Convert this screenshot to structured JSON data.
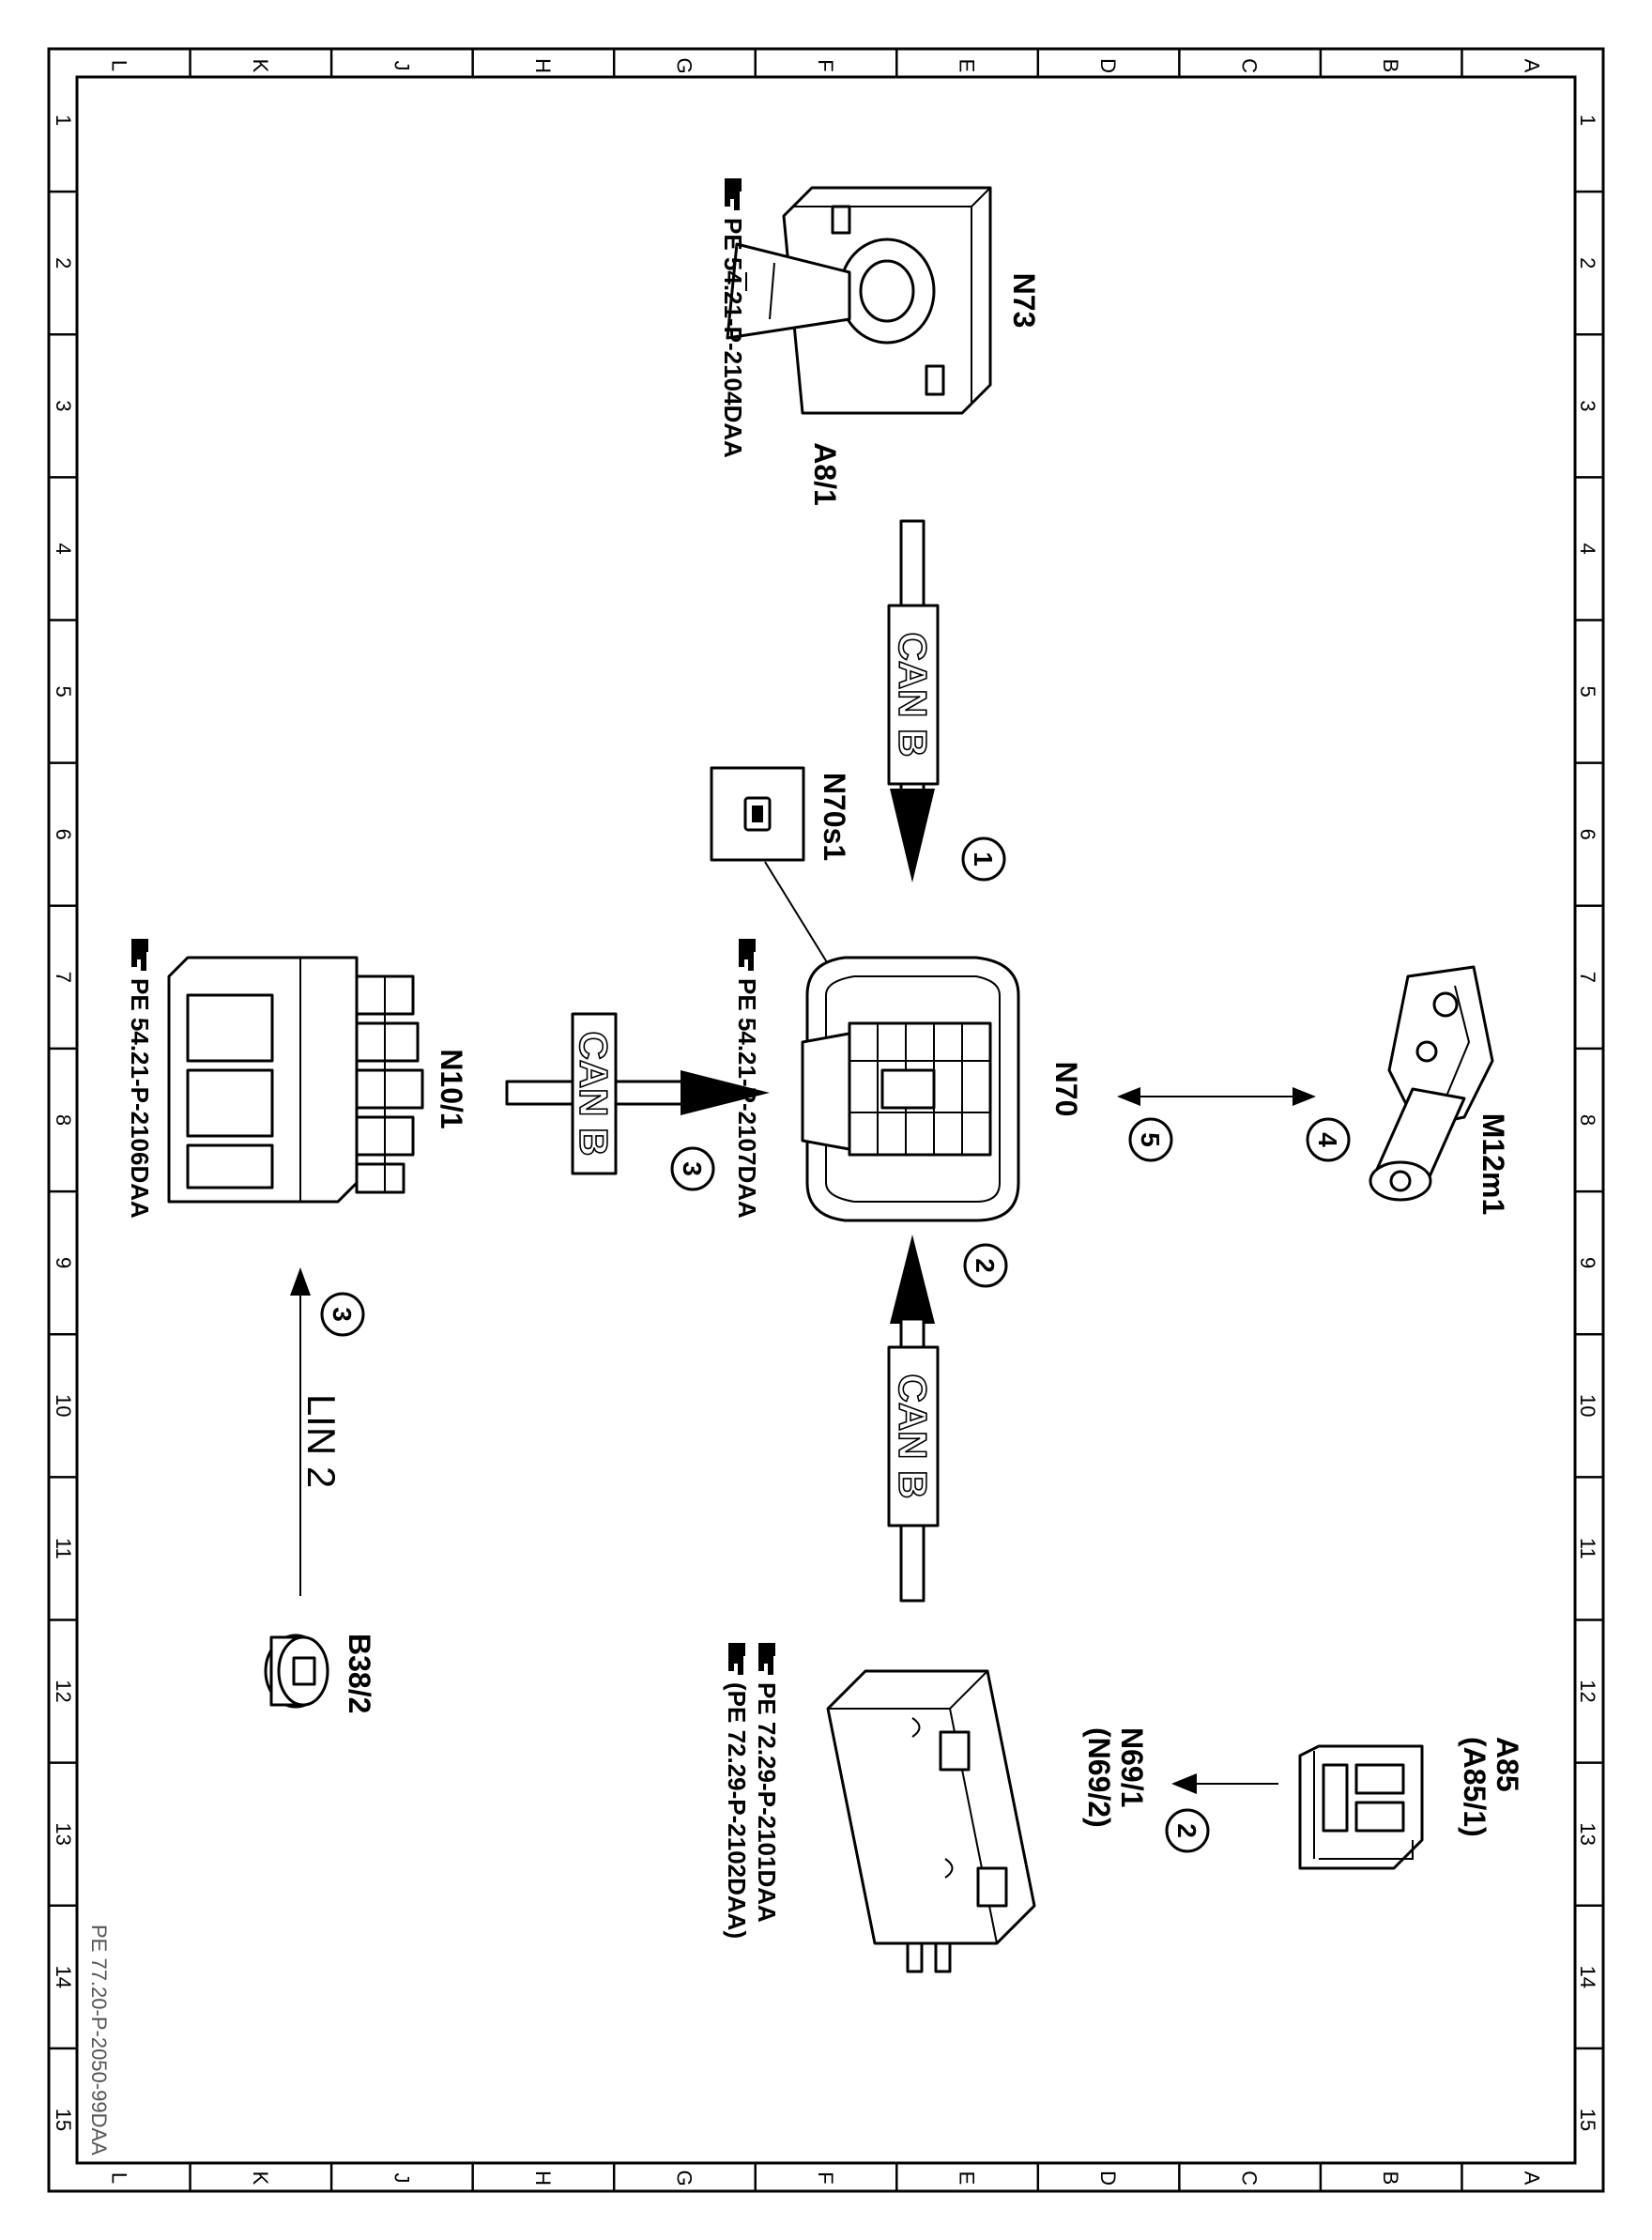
{
  "grid": {
    "letters": [
      "L",
      "K",
      "J",
      "H",
      "G",
      "F",
      "E",
      "D",
      "C",
      "B",
      "A"
    ],
    "numbers": [
      "1",
      "2",
      "3",
      "4",
      "5",
      "6",
      "7",
      "8",
      "9",
      "10",
      "11",
      "12",
      "13",
      "14",
      "15"
    ]
  },
  "document_id": "PE 77.20-P-2050-99DAA",
  "components": {
    "n73": {
      "label": "N73",
      "sub": "A8/1",
      "ref": "PE 54.21-P-2104DAA"
    },
    "n70": {
      "label": "N70",
      "ref": "PE 54.21-P-2107DAA"
    },
    "n70s1": {
      "label": "N70s1"
    },
    "n10_1": {
      "label": "N10/1",
      "ref": "PE 54.21-P-2106DAA"
    },
    "m12m1": {
      "label": "M12m1"
    },
    "n69": {
      "label": "N69/1",
      "label2": "(N69/2)",
      "ref": "PE 72.29-P-2101DAA",
      "ref2": "(PE 72.29-P-2102DAA)"
    },
    "a85": {
      "label": "A85",
      "label2": "(A85/1)"
    },
    "b38_2": {
      "label": "B38/2"
    }
  },
  "connections": {
    "can_top": {
      "bus": "CAN B",
      "num": "1"
    },
    "can_bottom": {
      "bus": "CAN B",
      "num": "2"
    },
    "can_left": {
      "bus": "CAN B",
      "num": "3"
    },
    "lin": {
      "bus": "LIN 2",
      "num": "3"
    },
    "m12_left": {
      "num": "5"
    },
    "m12_right": {
      "num": "4"
    },
    "a85_arrow": {
      "num": "2"
    }
  }
}
